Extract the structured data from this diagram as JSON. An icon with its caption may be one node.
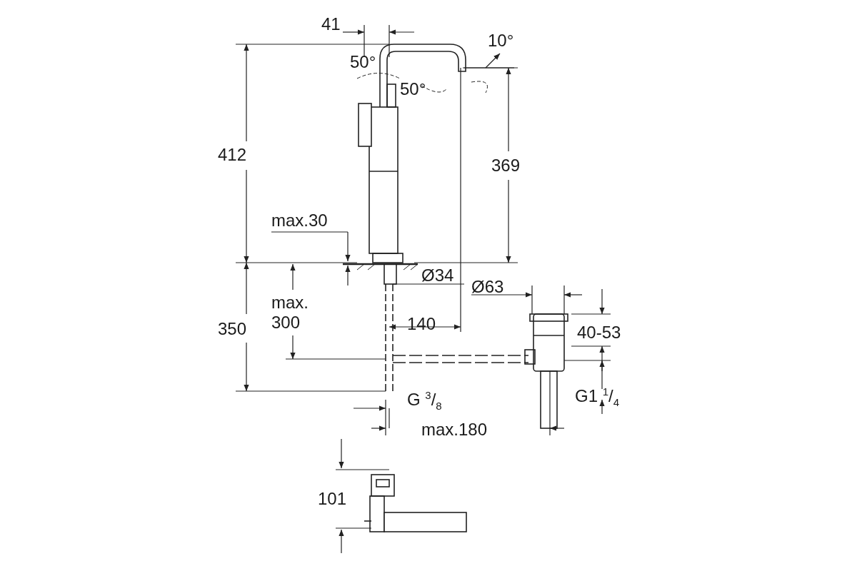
{
  "diagram": {
    "labels": [
      "41",
      "10°",
      "50°",
      "50°",
      "412",
      "369",
      "max.30",
      "Ø34",
      "Ø63",
      "max. 300",
      "350",
      "140",
      "40-53",
      "G1 $^{1}$/$_{4}$",
      "G $^{3}$/$_{8}$",
      "max.180",
      "101"
    ]
  }
}
